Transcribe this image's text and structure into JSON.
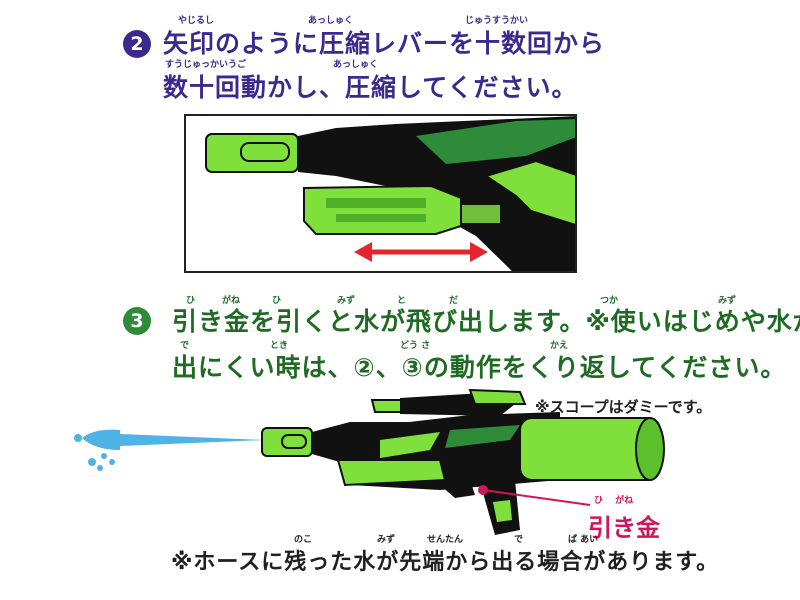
{
  "colors": {
    "step2_badge": "#3b2a8c",
    "step3_badge": "#2e8b3a",
    "gun_green": "#7fe03c",
    "gun_black": "#111111",
    "arrow_red": "#e3262e",
    "water_blue": "#4fb3e8",
    "trigger_pink": "#d2145a"
  },
  "step2": {
    "number": "2",
    "line1": "矢印のように圧縮レバーを十数回から",
    "line2": "数十回動かし、圧縮してください。",
    "ruby": {
      "yajirushi": "やじるし",
      "asshuku": "あっしゅく",
      "juusuukai": "じゅうすうかい",
      "suujukkaiugo": "すうじゅっかいうご",
      "asshuku2": "あっしゅく"
    },
    "diagram_icons": [
      "pump-lever-icon",
      "double-arrow-icon"
    ]
  },
  "step3": {
    "number": "3",
    "line1": "引き金を引くと水が飛び出します。※使いはじめや水が",
    "line2": "出にくい時は、②、③の動作をくり返してください。",
    "ruby": {
      "hi": "ひ",
      "gane": "がね",
      "hi2": "ひ",
      "mizu": "みず",
      "to": "と",
      "da": "だ",
      "tsuka": "つか",
      "mizu2": "みず",
      "de": "で",
      "toki": "とき",
      "dousa": "どう さ",
      "kae": "かえ"
    }
  },
  "scope_note": "※スコープはダミーです。",
  "trigger": {
    "label": "引き金",
    "ruby": "ひ　 がね"
  },
  "hose_note": {
    "text": "※ホースに残った水が先端から出る場合があります。",
    "ruby": {
      "noko": "のこ",
      "mizu": "みず",
      "sentan": "せんたん",
      "de": "で",
      "baai": "ば あい"
    }
  }
}
